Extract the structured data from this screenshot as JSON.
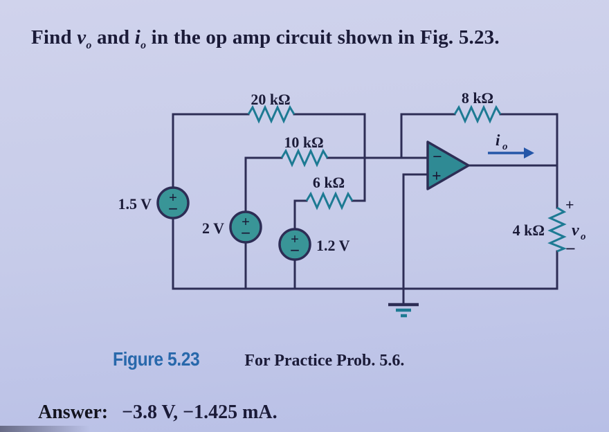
{
  "colors": {
    "bg_top": "#d0d3ec",
    "bg_mid": "#c6cbe9",
    "bg_bottom": "#b8bfe6",
    "wire": "#2d2d55",
    "component_teal": "#1d7a93",
    "source_fill": "#399597",
    "opamp_fill": "#2f8a94",
    "text_navy": "#1b1b38",
    "figure_label_blue": "#2868ab",
    "arrow_blue": "#2456a8",
    "answer_dark": "#14141f"
  },
  "problem": {
    "pre": "Find ",
    "v_symbol": "v",
    "v_sub": "o",
    "mid": " and ",
    "i_symbol": "i",
    "i_sub": "o",
    "post": " in the op amp circuit shown in Fig. 5.23."
  },
  "circuit": {
    "resistors": {
      "r20": "20 kΩ",
      "r10": "10 kΩ",
      "r6": "6 kΩ",
      "r8": "8 kΩ",
      "r4": "4 kΩ"
    },
    "sources": {
      "v1": "1.5 V",
      "v2": "2 V",
      "v3": "1.2 V"
    },
    "source_plus": "+",
    "source_minus": "−",
    "opamp": {
      "inverting": "−",
      "noninverting": "+"
    },
    "output_current": {
      "symbol": "i",
      "sub": "o"
    },
    "output_voltage": {
      "plus": "+",
      "symbol": "v",
      "sub": "o",
      "minus": "−"
    }
  },
  "figure": {
    "label": "Figure 5.23",
    "caption": "For Practice Prob. 5.6."
  },
  "answer": {
    "label": "Answer:",
    "value": "−3.8 V, −1.425 mA."
  }
}
